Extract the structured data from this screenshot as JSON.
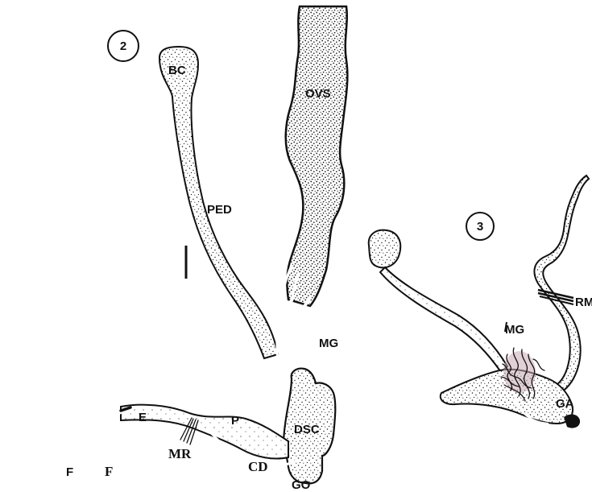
{
  "figures": [
    {
      "number": "2",
      "labels": {
        "bc": "BC",
        "ovs": "OVS",
        "ped": "PED",
        "mg": "MG",
        "e": "E",
        "p": "P",
        "dsc": "DSC",
        "mr": "MR",
        "cd": "CD",
        "go": "GO",
        "f1": "F",
        "f2": "F"
      }
    },
    {
      "number": "3",
      "labels": {
        "rm": "RM",
        "mg": "MG",
        "ga": "GA"
      }
    }
  ],
  "colors": {
    "ink": "#111111",
    "paper": "#ffffff",
    "stipple": "#1a1a1a",
    "muscle_tint": "#c8a9b4"
  }
}
